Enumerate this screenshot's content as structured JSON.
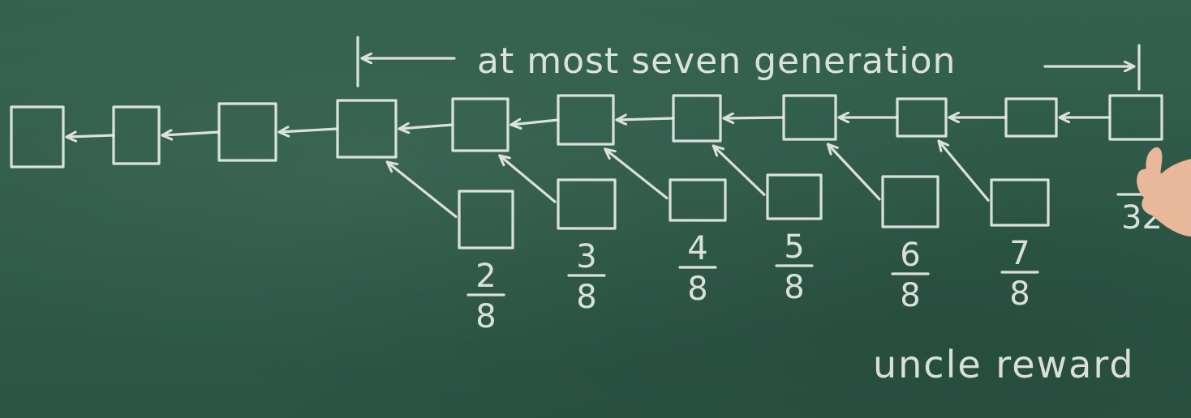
{
  "diagram": {
    "span_label": "at most seven generation",
    "footer_label": "uncle reward",
    "main_chain_block_count": 11,
    "uncle_rewards": [
      {
        "numerator": "2",
        "denominator": "8"
      },
      {
        "numerator": "3",
        "denominator": "8"
      },
      {
        "numerator": "4",
        "denominator": "8"
      },
      {
        "numerator": "5",
        "denominator": "8"
      },
      {
        "numerator": "6",
        "denominator": "8"
      },
      {
        "numerator": "7",
        "denominator": "8"
      }
    ],
    "partial_fraction": {
      "numerator": "",
      "denominator": "32"
    }
  },
  "colors": {
    "board": "#2f5a4a",
    "chalk": "#e8ede9",
    "hand": "#e9b79a"
  }
}
